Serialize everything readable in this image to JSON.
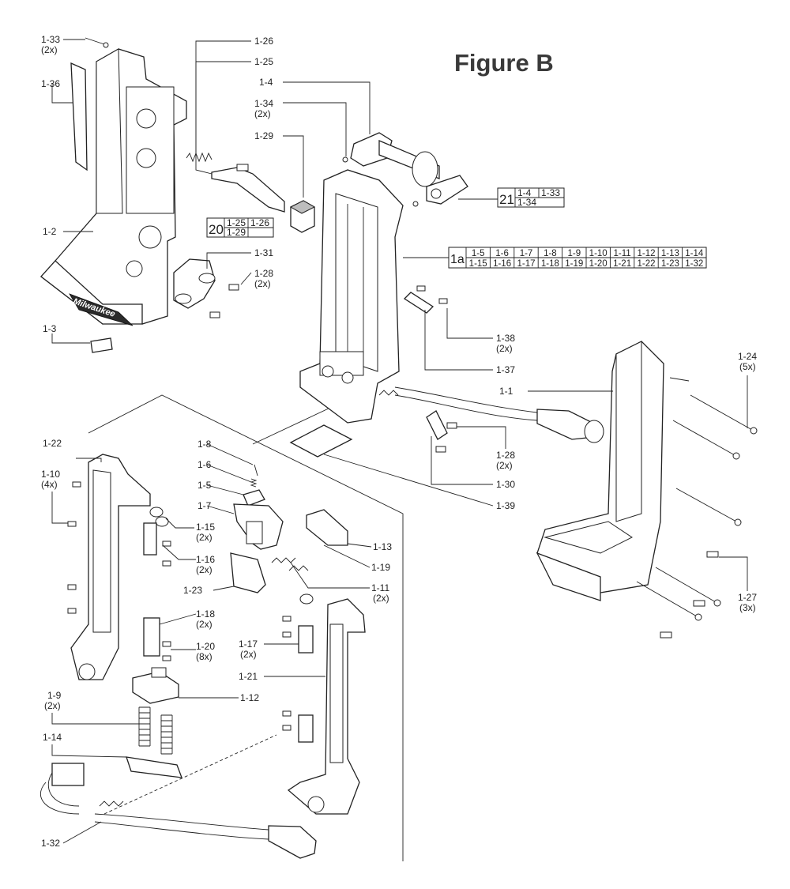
{
  "figure": {
    "title": "Figure B"
  },
  "brand_mark": "Milwaukee",
  "labels": {
    "l1_33": "1-33",
    "l1_33q": "(2x)",
    "l1_36": "1-36",
    "l1_26": "1-26",
    "l1_25": "1-25",
    "l1_4": "1-4",
    "l1_34": "1-34",
    "l1_34q": "(2x)",
    "l1_29": "1-29",
    "l1_2": "1-2",
    "l1_31": "1-31",
    "l1_28a": "1-28",
    "l1_28aq": "(2x)",
    "l1_3": "1-3",
    "l1_38": "1-38",
    "l1_38q": "(2x)",
    "l1_37": "1-37",
    "l1_24": "1-24",
    "l1_24q": "(5x)",
    "l1_1": "1-1",
    "l1_28b": "1-28",
    "l1_28bq": "(2x)",
    "l1_30": "1-30",
    "l1_39": "1-39",
    "l1_22": "1-22",
    "l1_8": "1-8",
    "l1_6": "1-6",
    "l1_5": "1-5",
    "l1_10": "1-10",
    "l1_10q": "(4x)",
    "l1_7": "1-7",
    "l1_15": "1-15",
    "l1_15q": "(2x)",
    "l1_13": "1-13",
    "l1_19": "1-19",
    "l1_16": "1-16",
    "l1_16q": "(2x)",
    "l1_23": "1-23",
    "l1_11": "1-11",
    "l1_11q": "(2x)",
    "l1_27": "1-27",
    "l1_27q": "(3x)",
    "l1_18": "1-18",
    "l1_18q": "(2x)",
    "l1_20": "1-20",
    "l1_20q": "(8x)",
    "l1_17": "1-17",
    "l1_17q": "(2x)",
    "l1_21": "1-21",
    "l1_12": "1-12",
    "l1_9": "1-9",
    "l1_9q": "(2x)",
    "l1_14": "1-14",
    "l1_32": "1-32"
  },
  "kits": {
    "kit20": {
      "number": "20",
      "parts": [
        "1-25",
        "1-26",
        "1-29",
        ""
      ]
    },
    "kit21": {
      "number": "21",
      "parts": [
        "1-4",
        "1-33",
        "1-34",
        ""
      ]
    },
    "kit1a": {
      "number": "1a",
      "parts": [
        "1-5",
        "1-6",
        "1-7",
        "1-8",
        "1-9",
        "1-10",
        "1-11",
        "1-12",
        "1-13",
        "1-14",
        "1-15",
        "1-16",
        "1-17",
        "1-18",
        "1-19",
        "1-20",
        "1-21",
        "1-22",
        "1-23",
        "1-32"
      ]
    }
  }
}
